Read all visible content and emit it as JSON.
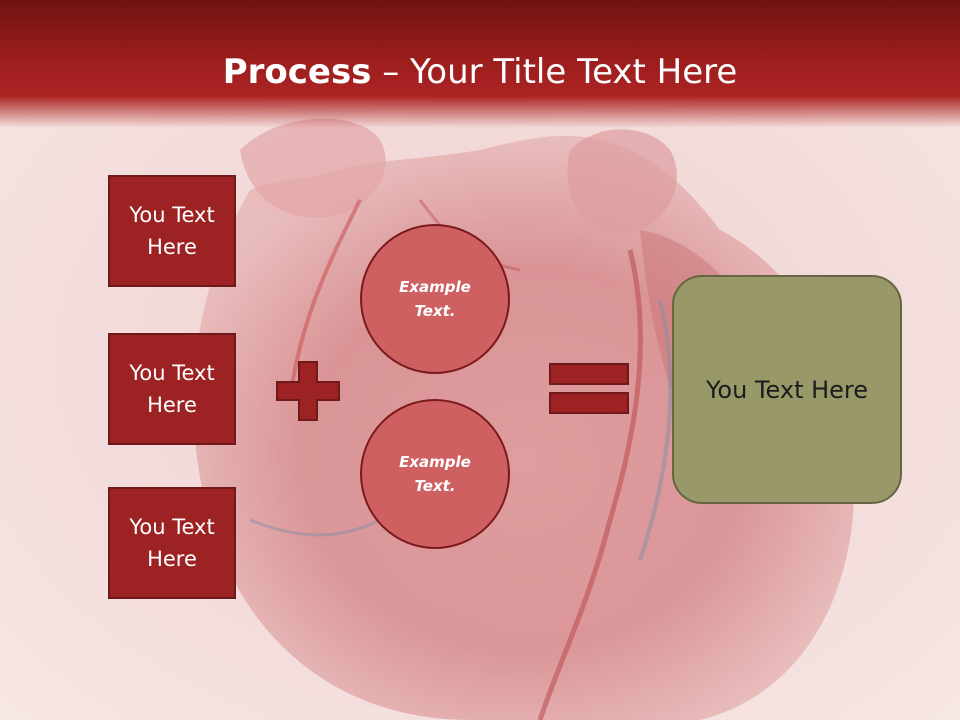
{
  "slide": {
    "title_bold": "Process",
    "title_rest": " – Your Title Text Here"
  },
  "left_boxes": [
    {
      "label": "You Text Here"
    },
    {
      "label": "You Text Here"
    },
    {
      "label": "You Text Here"
    }
  ],
  "circles": [
    {
      "label": "Example Text."
    },
    {
      "label": "Example Text."
    }
  ],
  "result": {
    "label": "You Text Here"
  },
  "colors": {
    "header": "#9a1d1c",
    "box_fill": "#9c2224",
    "circle_fill": "#cf6062",
    "result_fill": "#999868",
    "operator": "#9c2224"
  },
  "icons": {
    "plus": "plus-sign-icon",
    "equals": "equals-sign-icon",
    "background": "heart-illustration"
  }
}
